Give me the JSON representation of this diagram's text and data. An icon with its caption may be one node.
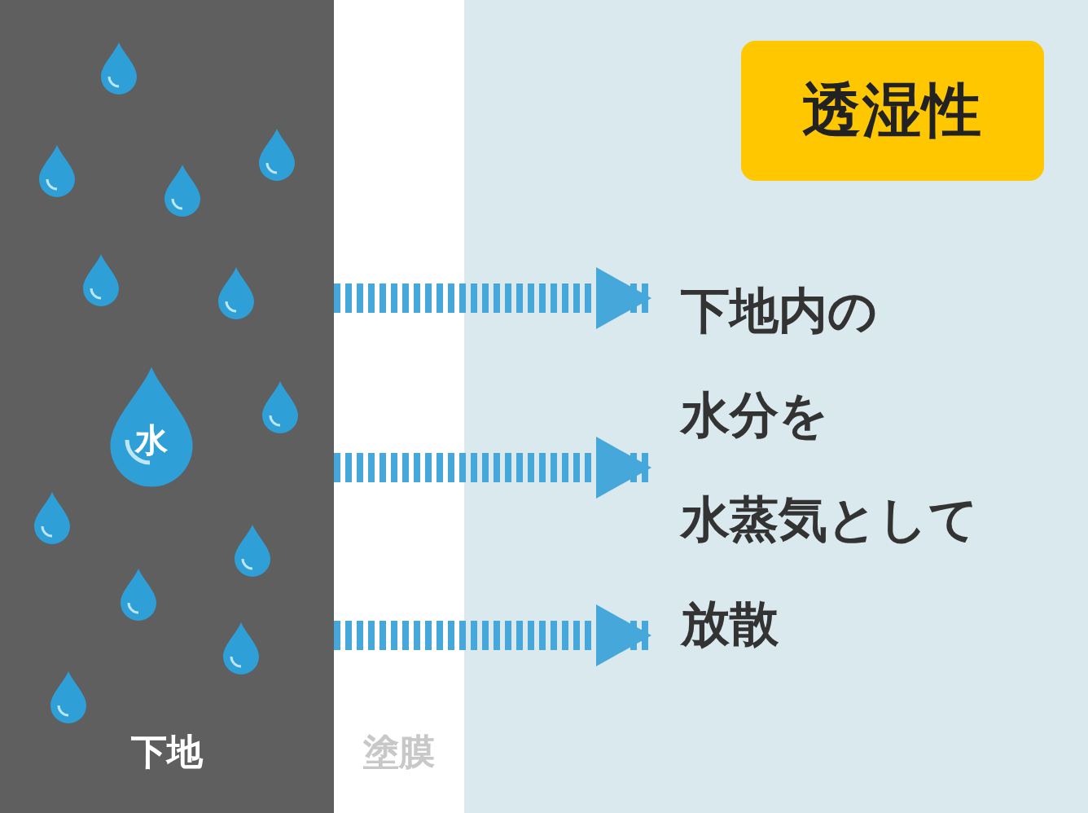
{
  "diagram": {
    "nodes": [
      {
        "text": [
          "下地"
        ]
      },
      {
        "text": [
          "水"
        ],
        "in": 0
      },
      {
        "text": [
          "透湿性"
        ]
      },
      {
        "text": [
          "下地内の",
          "水分を",
          "水蒸気として",
          "放散"
        ]
      }
    ],
    "edges": [
      {
        "from": 0,
        "to": 3,
        "arrow": "to",
        "style": "dashed"
      },
      {
        "from": 0,
        "to": 3,
        "arrow": "to",
        "style": "dashed"
      },
      {
        "from": 0,
        "to": 3,
        "arrow": "to",
        "style": "dashed"
      }
    ],
    "labels": [
      "塗膜"
    ]
  }
}
